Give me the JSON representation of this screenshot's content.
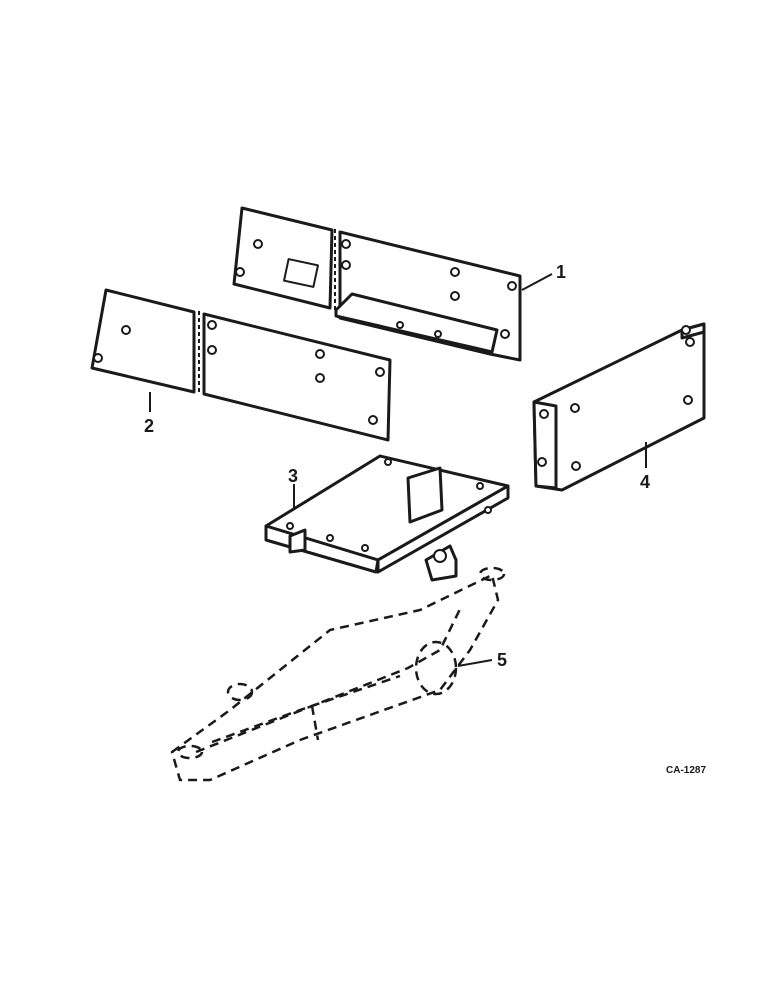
{
  "callouts": {
    "part_1": "1",
    "part_2": "2",
    "part_3": "3",
    "part_4": "4",
    "part_5": "5"
  },
  "drawing_code": "CA-1287"
}
